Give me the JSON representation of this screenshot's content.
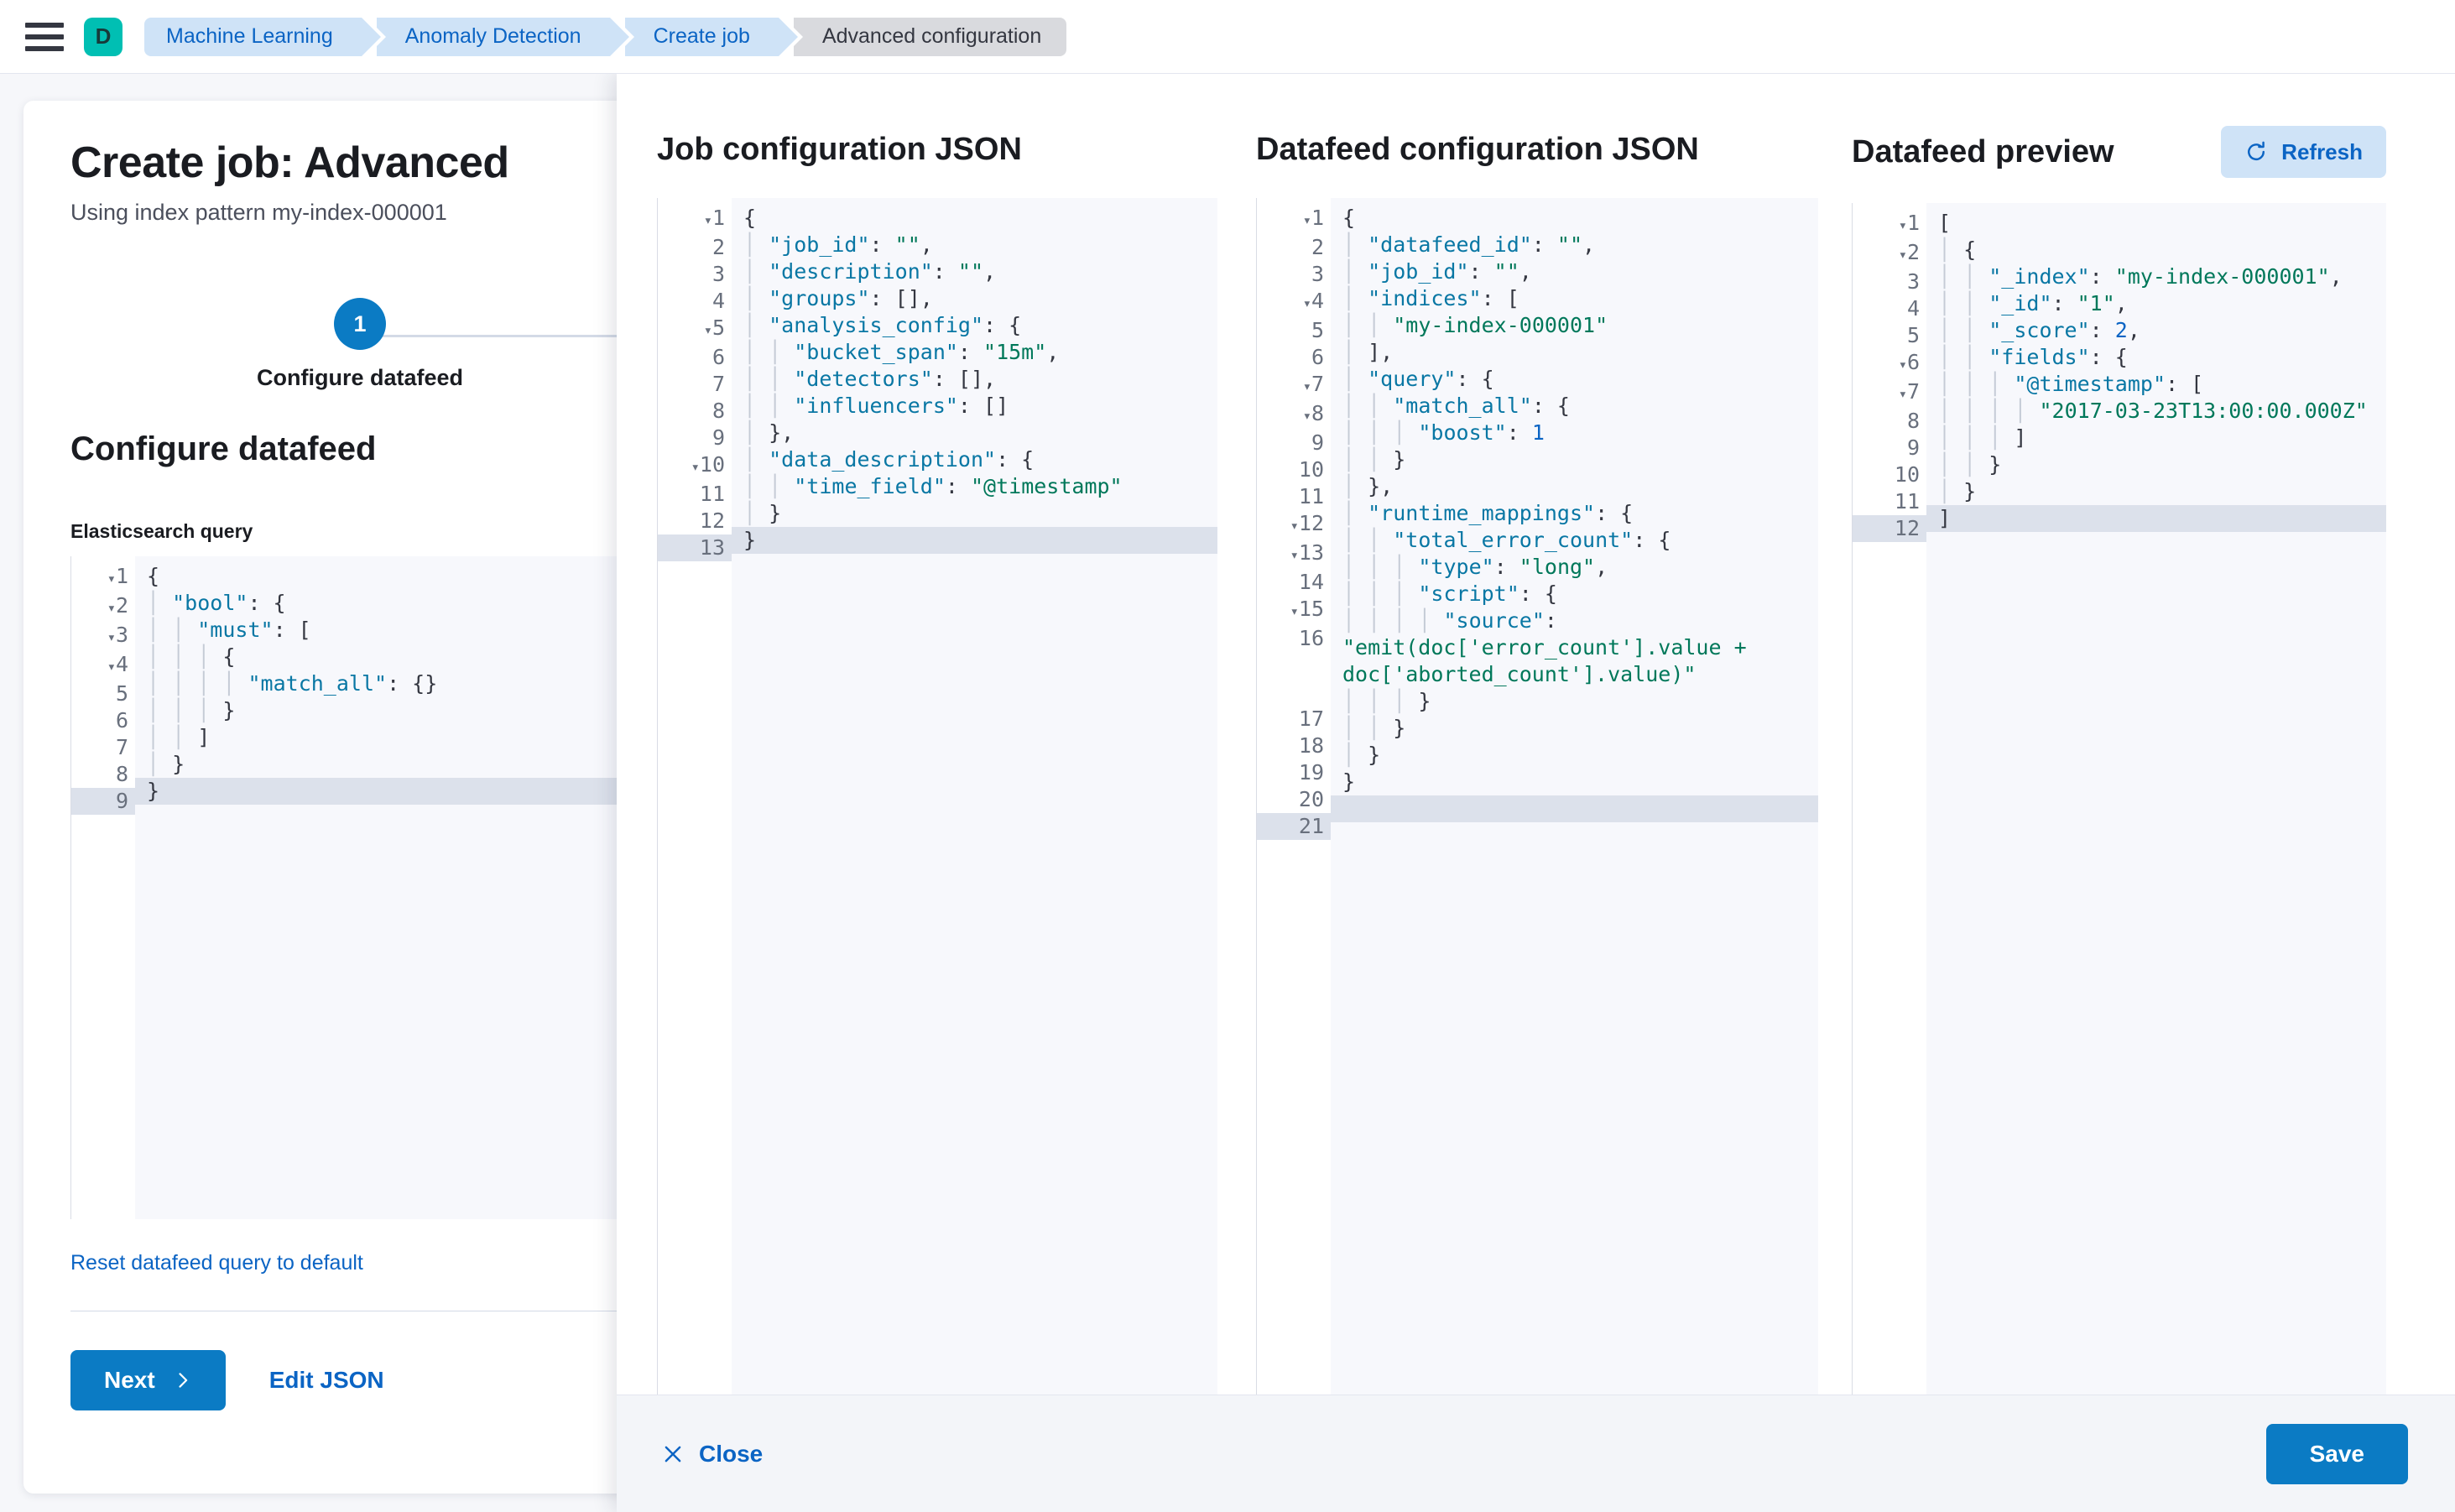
{
  "topbar": {
    "menu_icon": "hamburger-icon",
    "space_avatar_letter": "D",
    "breadcrumbs": [
      {
        "label": "Machine Learning",
        "current": false
      },
      {
        "label": "Anomaly Detection",
        "current": false
      },
      {
        "label": "Create job",
        "current": false
      },
      {
        "label": "Advanced configuration",
        "current": true
      }
    ]
  },
  "wizard": {
    "title": "Create job: Advanced",
    "subtitle": "Using index pattern my-index-000001",
    "step_number": "1",
    "step_label": "Configure datafeed",
    "section_title": "Configure datafeed",
    "query_label": "Elasticsearch query",
    "reset_link": "Reset datafeed query to default",
    "next_label": "Next",
    "next_icon": "chevron-right-icon",
    "edit_json_label": "Edit JSON"
  },
  "query_editor": {
    "active_line": 9,
    "lines": [
      {
        "n": "1",
        "fold": true,
        "text": "{"
      },
      {
        "n": "2",
        "fold": true,
        "text": "  \"bool\": {"
      },
      {
        "n": "3",
        "fold": true,
        "text": "    \"must\": ["
      },
      {
        "n": "4",
        "fold": true,
        "text": "      {"
      },
      {
        "n": "5",
        "fold": false,
        "text": "        \"match_all\": {}"
      },
      {
        "n": "6",
        "fold": false,
        "text": "      }"
      },
      {
        "n": "7",
        "fold": false,
        "text": "    ]"
      },
      {
        "n": "8",
        "fold": false,
        "text": "  }"
      },
      {
        "n": "9",
        "fold": false,
        "text": "}"
      }
    ]
  },
  "flyout": {
    "job_panel_title": "Job configuration JSON",
    "datafeed_panel_title": "Datafeed configuration JSON",
    "preview_panel_title": "Datafeed preview",
    "refresh_label": "Refresh",
    "refresh_icon": "refresh-icon",
    "close_label": "Close",
    "close_icon": "close-x-icon",
    "save_label": "Save"
  },
  "job_editor": {
    "active_line": 13,
    "lines": [
      {
        "n": "1",
        "fold": true,
        "text": "{"
      },
      {
        "n": "2",
        "fold": false,
        "text": "  \"job_id\": \"\","
      },
      {
        "n": "3",
        "fold": false,
        "text": "  \"description\": \"\","
      },
      {
        "n": "4",
        "fold": false,
        "text": "  \"groups\": [],"
      },
      {
        "n": "5",
        "fold": true,
        "text": "  \"analysis_config\": {"
      },
      {
        "n": "6",
        "fold": false,
        "text": "    \"bucket_span\": \"15m\","
      },
      {
        "n": "7",
        "fold": false,
        "text": "    \"detectors\": [],"
      },
      {
        "n": "8",
        "fold": false,
        "text": "    \"influencers\": []"
      },
      {
        "n": "9",
        "fold": false,
        "text": "  },"
      },
      {
        "n": "10",
        "fold": true,
        "text": "  \"data_description\": {"
      },
      {
        "n": "11",
        "fold": false,
        "text": "    \"time_field\": \"@timestamp\""
      },
      {
        "n": "12",
        "fold": false,
        "text": "  }"
      },
      {
        "n": "13",
        "fold": false,
        "text": "}"
      }
    ]
  },
  "datafeed_editor": {
    "active_line": 21,
    "lines": [
      {
        "n": "1",
        "fold": true,
        "text": "{"
      },
      {
        "n": "2",
        "fold": false,
        "text": "  \"datafeed_id\": \"\","
      },
      {
        "n": "3",
        "fold": false,
        "text": "  \"job_id\": \"\","
      },
      {
        "n": "4",
        "fold": true,
        "text": "  \"indices\": ["
      },
      {
        "n": "5",
        "fold": false,
        "text": "    \"my-index-000001\""
      },
      {
        "n": "6",
        "fold": false,
        "text": "  ],"
      },
      {
        "n": "7",
        "fold": true,
        "text": "  \"query\": {"
      },
      {
        "n": "8",
        "fold": true,
        "text": "    \"match_all\": {"
      },
      {
        "n": "9",
        "fold": false,
        "text": "      \"boost\": 1"
      },
      {
        "n": "10",
        "fold": false,
        "text": "    }"
      },
      {
        "n": "11",
        "fold": false,
        "text": "  },"
      },
      {
        "n": "12",
        "fold": true,
        "text": "  \"runtime_mappings\": {"
      },
      {
        "n": "13",
        "fold": true,
        "text": "    \"total_error_count\": {"
      },
      {
        "n": "14",
        "fold": false,
        "text": "      \"type\": \"long\","
      },
      {
        "n": "15",
        "fold": true,
        "text": "      \"script\": {"
      },
      {
        "n": "16",
        "fold": false,
        "text": "        \"source\": \"emit(doc['error_count'].value + doc['aborted_count'].value)\"",
        "wrap": 3
      },
      {
        "n": "17",
        "fold": false,
        "text": "      }"
      },
      {
        "n": "18",
        "fold": false,
        "text": "    }"
      },
      {
        "n": "19",
        "fold": false,
        "text": "  }"
      },
      {
        "n": "20",
        "fold": false,
        "text": "}"
      },
      {
        "n": "21",
        "fold": false,
        "text": ""
      }
    ]
  },
  "preview_editor": {
    "active_line": 12,
    "lines": [
      {
        "n": "1",
        "fold": true,
        "text": "["
      },
      {
        "n": "2",
        "fold": true,
        "text": "  {"
      },
      {
        "n": "3",
        "fold": false,
        "text": "    \"_index\": \"my-index-000001\","
      },
      {
        "n": "4",
        "fold": false,
        "text": "    \"_id\": \"1\","
      },
      {
        "n": "5",
        "fold": false,
        "text": "    \"_score\": 2,"
      },
      {
        "n": "6",
        "fold": true,
        "text": "    \"fields\": {"
      },
      {
        "n": "7",
        "fold": true,
        "text": "      \"@timestamp\": ["
      },
      {
        "n": "8",
        "fold": false,
        "text": "        \"2017-03-23T13:00:00.000Z\""
      },
      {
        "n": "9",
        "fold": false,
        "text": "      ]"
      },
      {
        "n": "10",
        "fold": false,
        "text": "    }"
      },
      {
        "n": "11",
        "fold": false,
        "text": "  }"
      },
      {
        "n": "12",
        "fold": false,
        "text": "]"
      }
    ]
  },
  "colors": {
    "accent": "#0b7bc4",
    "link": "#0b64c4",
    "brand_teal": "#00bfb3",
    "json_key": "#0977a4",
    "json_string": "#00785a",
    "json_number": "#0b64c4"
  }
}
